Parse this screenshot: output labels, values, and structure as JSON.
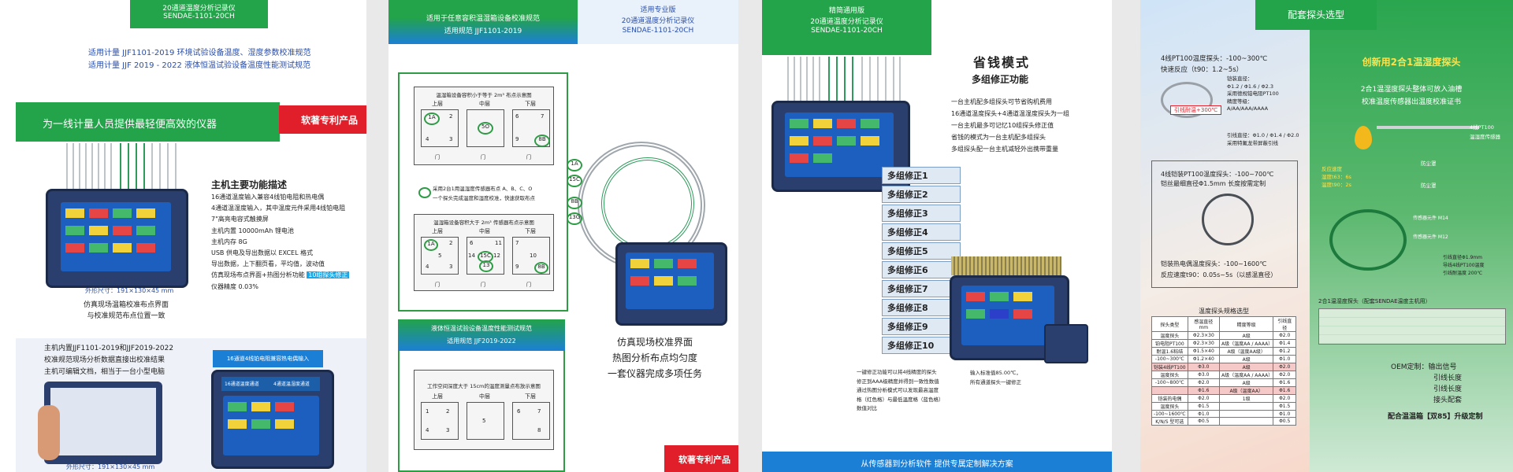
{
  "p1": {
    "top_banner": [
      "20通道温度分析记录仪",
      "SENDAE-1101-20CH"
    ],
    "standards": [
      "适用计量 JJF1101-2019 环境试验设备温度、湿度参数校准规范",
      "适用计量 JJF 2019 - 2022 液体恒温试验设备温度性能测试规范"
    ],
    "slogan": "为一线计量人员提供最轻便高效的仪器",
    "patent": "软著专利产品",
    "desc_title": "主机主要功能描述",
    "desc_lines": [
      "16通道温度输入兼容4线铂电阻和热电偶",
      "4通道温湿度输入，其中温度元件采用4线铂电阻",
      "7\"高亮电容式触摸屏",
      "主机内置 10000mAh 锂电池",
      "主机内存 8G",
      "USB 供电及导出数据以 EXCEL 格式",
      "导出数据，上下翻页看，平均值，波动值",
      "仿真现场布点界面+热图分析功能",
      "仪器精度 0.03%"
    ],
    "highlight": "10组探头修正",
    "dims1": "外形尺寸：191×130×45 mm",
    "caption": [
      "仿真现场温箱校准布点界面",
      "与校准规范布点位置一致"
    ],
    "bottom_lines": [
      "主机内置JJF1101-2019和JJF2019-2022",
      "校准规范现场分析数据直接出校准结果",
      "主机可编辑文档，相当于一台小型电脑"
    ],
    "device_banner": "16通道4线铂电阻兼容热电偶输入",
    "device_panel": [
      "16通道温度通道",
      "4通道温湿度通道"
    ],
    "dims2": "外形尺寸：191×130×45 mm"
  },
  "p2": {
    "head": [
      "适用于任意容积温湿箱设备校准规范",
      "适用规范 JJF1101-2019"
    ],
    "tag": [
      "适用专业版",
      "20通道温度分析记录仪",
      "SENDAE-1101-20CH"
    ],
    "box1_title": "温湿箱设备容积小于等于 2m³ 布点示意图",
    "levels": [
      "上层",
      "中层",
      "下层"
    ],
    "box1_nums": [
      "1A",
      "2",
      "3",
      "4",
      "5O",
      "6",
      "7",
      "9",
      "8B"
    ],
    "note": [
      "采用2台1用温湿度传感器布点 A、B、C、O",
      "一个探头完成温度和湿度校准，快速获取布点"
    ],
    "box2_title": "温湿箱设备容积大于 2m³ 传感器布点示意图",
    "box2_nums": [
      "1A",
      "2",
      "3",
      "4",
      "5",
      "6",
      "11",
      "14",
      "15C",
      "13",
      "12",
      "7",
      "10",
      "9",
      "8B"
    ],
    "doors": [
      "门",
      "门",
      "门"
    ],
    "probe_labels": [
      "1A",
      "15C",
      "8B",
      "13G"
    ],
    "liquid_head": [
      "液体恒温试验设备温度性能测试规范",
      "适用规范 JJF2019-2022"
    ],
    "box3_title": "工作空间深度大于 15cm的温度测量点布放示意图",
    "box3_levels": [
      "上层",
      "中层",
      "下层"
    ],
    "box3_nums": [
      "1",
      "2",
      "3",
      "4",
      "5",
      "6",
      "7",
      "8"
    ],
    "caption": [
      "仿真现场校准界面",
      "热图分析布点均匀度",
      "一套仪器完成多项任务"
    ],
    "patent": "软著专利产品"
  },
  "p3": {
    "tag": [
      "精简通用版",
      "20通道温度分析记录仪",
      "SENDAE-1101-20CH"
    ],
    "title": "省钱模式",
    "subtitle": "多组修正功能",
    "lines": [
      "一台主机配多组探头可节省购机费用",
      "16通道温度探头+4通道温湿度探头为一组",
      "一台主机最多可记忆10组探头修正值",
      "省钱的模式为一台主机配多组探头",
      "多组探头配一台主机减轻外出携带重量"
    ],
    "menu": [
      "多组修正1",
      "多组修正2",
      "多组修正3",
      "多组修正4",
      "多组修正5",
      "多组修正6",
      "多组修正7",
      "多组修正8",
      "多组修正9",
      "多组修正10"
    ],
    "bottom_lines": [
      "一键修正功能可以将4线精度的探头",
      "修正到AAA级精度并得到一致性数值",
      "通过热图分析模式可以发现最高温度",
      "格（红色格）与最低温度格（蓝色格）",
      "数值对比"
    ],
    "small_caption": [
      "输入标准值85.00℃，",
      "所有通道探头一键修正"
    ],
    "footer": "从传感器到分析软件  提供专属定制解决方案"
  },
  "p4": {
    "tab": "配套探头选型",
    "probe1": [
      "4线PT100温度探头：-100~300℃",
      "快速反应（t90：1.2~5s）",
      "铠装直径：",
      "Φ1.2 / Φ1.6 / Φ2.3",
      "采用德规铂电阻PT100",
      "精度等级：",
      "A/AA/AAA/AAAA",
      "引线直径：Φ1.0 / Φ1.4 / Φ2.0",
      "采用特氟龙带屏蔽引线"
    ],
    "probe1_tag": "引线耐温+300℃",
    "probe2": [
      "4线铠装PT100温度探头：-100~700℃",
      "铠丝最细直径Φ1.5mm 长度按需定制"
    ],
    "probe3": [
      "铠装热电偶温度探头：-100~1600℃",
      "反应速度t90：0.05s~5s（以感温直径）"
    ],
    "table_title": "温度探头规格选型",
    "table_head": [
      "探头类型",
      "感温直径mm",
      "精度等级",
      "引线直径"
    ],
    "table_rows": [
      [
        "温度探头",
        "Φ2.3×30",
        "A级",
        "Φ2.0"
      ],
      [
        "铂电阻PT100",
        "Φ2.3×30",
        "A级（温度AA / AAAA）",
        "Φ1.4"
      ],
      [
        "耐温1.6粘结",
        "Φ1.5×40",
        "A级（温度AA级）",
        "Φ1.2"
      ],
      [
        "-100~300℃",
        "Φ1.2×40",
        "A级",
        "Φ1.0"
      ],
      [
        "铠装4线PT100",
        "Φ3.0",
        "A级",
        "Φ2.0"
      ],
      [
        "温度探头",
        "Φ3.0",
        "A级（温度AA / AAAA）",
        "Φ2.0"
      ],
      [
        "-100~800℃",
        "Φ2.0",
        "A级",
        "Φ1.6"
      ],
      [
        "",
        "Φ1.6",
        "A级（温度AA）",
        "Φ1.6"
      ],
      [
        "铠装热电偶",
        "Φ2.0",
        "1级",
        "Φ2.0"
      ],
      [
        "温度探头",
        "Φ1.5",
        "",
        "Φ1.5"
      ],
      [
        "-100~1600℃",
        "Φ1.0",
        "",
        "Φ1.0"
      ],
      [
        "K/N/S 型可选",
        "Φ0.5",
        "",
        "Φ0.5"
      ]
    ],
    "right_title": "创新用2合1温湿度探头",
    "right_desc": [
      "2合1温湿度探头整体可放入油槽",
      "校准温度传感器出温度校准证书"
    ],
    "right_labels": [
      "4线PT100",
      "温湿度传感器",
      "防尘罩",
      "防尘罩",
      "传感器元件 M14",
      "传感器元件 M12",
      "引线直径Φ1.9mm",
      "导线4线PT100温度",
      "引线耐温度 200℃"
    ],
    "yellow_note": [
      "反应速度",
      "湿度t63：6s",
      "温度t90：2s"
    ],
    "spec_title": "2合1温湿度探头（配套SENDAE温度主机用）",
    "oem": [
      "OEM定制：输出信号",
      "引线长度",
      "引线长度",
      "接头配套"
    ],
    "bundle": "配合温温箱【双85】升级定制"
  },
  "colors": {
    "green": "#23a34a",
    "red": "#e01f2a",
    "blue": "#1c7fd6",
    "navy": "#2b4ea8"
  }
}
